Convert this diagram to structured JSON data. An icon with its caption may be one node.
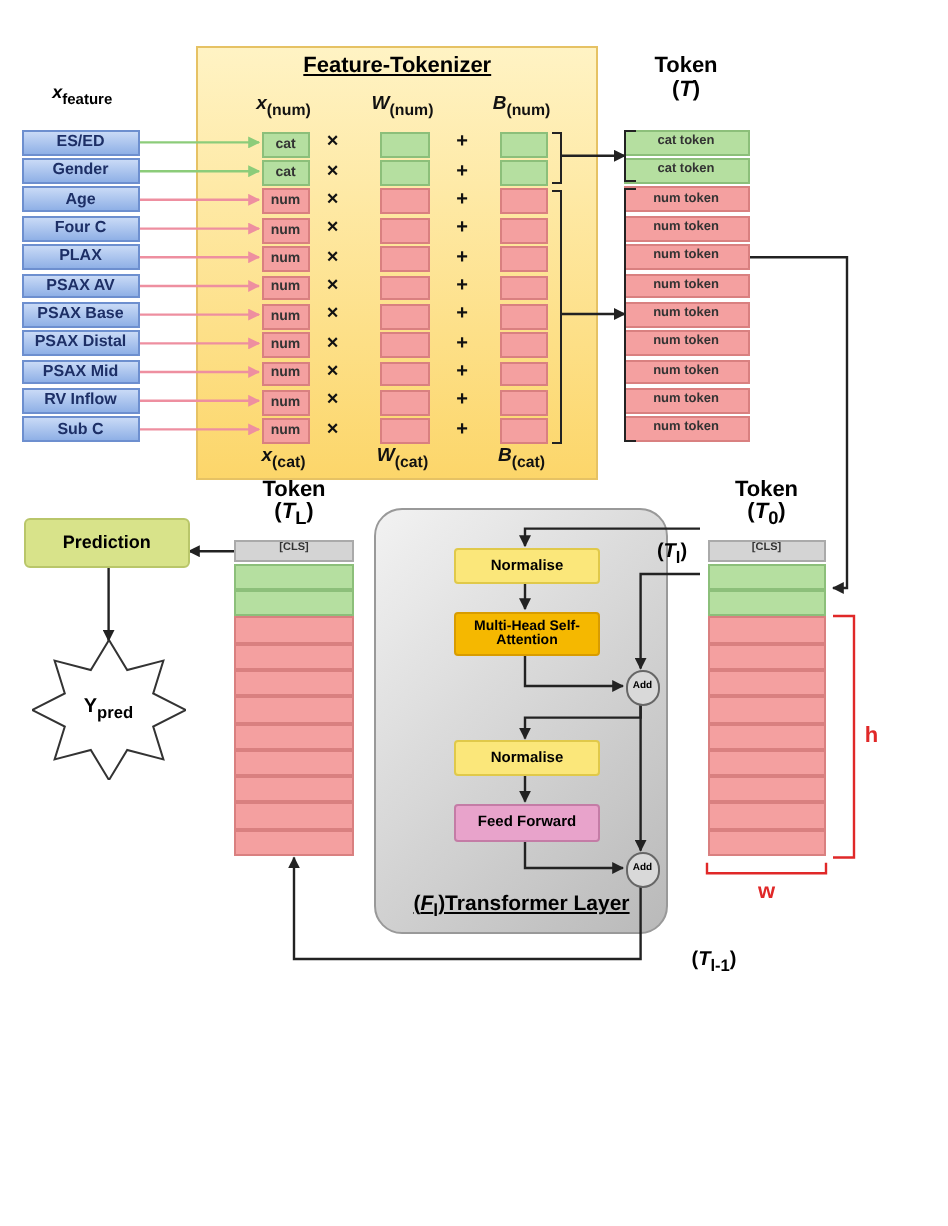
{
  "diagram": {
    "nodes": [
      {
        "text": [
          "Feature-Tokenizer"
        ]
      },
      {
        "text": [
          "*x*$_{feature}$"
        ]
      },
      {
        "text": [
          "ES/ED"
        ],
        "in": 1
      },
      {
        "text": [
          "Gender"
        ],
        "in": 1
      },
      {
        "text": [
          "Age"
        ],
        "in": 1
      },
      {
        "text": [
          "Four C"
        ],
        "in": 1
      },
      {
        "text": [
          "PLAX"
        ],
        "in": 1
      },
      {
        "text": [
          "PSAX AV"
        ],
        "in": 1
      },
      {
        "text": [
          "PSAX Base"
        ],
        "in": 1
      },
      {
        "text": [
          "PSAX Distal"
        ],
        "in": 1
      },
      {
        "text": [
          "PSAX Mid"
        ],
        "in": 1
      },
      {
        "text": [
          "RV Inflow"
        ],
        "in": 1
      },
      {
        "text": [
          "Sub C"
        ],
        "in": 1
      },
      {
        "text": [
          "cat"
        ],
        "in": 0
      },
      {
        "text": [
          "cat"
        ],
        "in": 0
      },
      {
        "text": [
          "num"
        ],
        "in": 0
      },
      {
        "text": [
          "num"
        ],
        "in": 0
      },
      {
        "text": [
          "num"
        ],
        "in": 0
      },
      {
        "text": [
          "num"
        ],
        "in": 0
      },
      {
        "text": [
          "num"
        ],
        "in": 0
      },
      {
        "text": [
          "num"
        ],
        "in": 0
      },
      {
        "text": [
          "num"
        ],
        "in": 0
      },
      {
        "text": [
          "num"
        ],
        "in": 0
      },
      {
        "text": [
          "num"
        ],
        "in": 0
      },
      {
        "text": [
          "Token (*T*)"
        ]
      },
      {
        "text": [
          "cat token"
        ],
        "in": 24
      },
      {
        "text": [
          "cat token"
        ],
        "in": 24
      },
      {
        "text": [
          "num token"
        ],
        "in": 24
      },
      {
        "text": [
          "num token"
        ],
        "in": 24
      },
      {
        "text": [
          "num token"
        ],
        "in": 24
      },
      {
        "text": [
          "num token"
        ],
        "in": 24
      },
      {
        "text": [
          "num token"
        ],
        "in": 24
      },
      {
        "text": [
          "num token"
        ],
        "in": 24
      },
      {
        "text": [
          "num token"
        ],
        "in": 24
      },
      {
        "text": [
          "num token"
        ],
        "in": 24
      },
      {
        "text": [
          "num token"
        ],
        "in": 24
      },
      {
        "text": [
          "Token (*T*$_{0}$)"
        ]
      },
      {
        "text": [
          "[CLS]"
        ],
        "in": 36
      },
      {
        "text": [
          "(*F*$_{l}$)Transformer Layer"
        ]
      },
      {
        "text": [
          "Normalise"
        ],
        "in": 38
      },
      {
        "text": [
          "Multi-Head Self-Attention"
        ],
        "in": 38
      },
      {
        "text": [
          "Add"
        ],
        "in": 38
      },
      {
        "text": [
          "Normalise"
        ],
        "in": 38
      },
      {
        "text": [
          "Feed Forward"
        ],
        "in": 38
      },
      {
        "text": [
          "Add"
        ],
        "in": 38
      },
      {
        "text": [
          "Token (*T*$_{L}$)"
        ]
      },
      {
        "text": [
          "[CLS]"
        ],
        "in": 45
      },
      {
        "text": [
          "Prediction"
        ]
      },
      {
        "text": [
          "Y$_{pred}$"
        ]
      },
      {
        "text": [],
        "shape": "box",
        "in": 0
      },
      {
        "text": [],
        "shape": "box",
        "in": 0
      },
      {
        "text": [],
        "shape": "box",
        "in": 0
      },
      {
        "text": [],
        "shape": "box",
        "in": 0
      },
      {
        "text": [],
        "shape": "box",
        "in": 0
      },
      {
        "text": [],
        "shape": "box",
        "in": 0
      },
      {
        "text": [],
        "shape": "box",
        "in": 0
      },
      {
        "text": [],
        "shape": "box",
        "in": 0
      },
      {
        "text": [],
        "shape": "box",
        "in": 0
      },
      {
        "text": [],
        "shape": "box",
        "in": 0
      },
      {
        "text": [],
        "shape": "box",
        "in": 0
      },
      {
        "text": [],
        "shape": "box",
        "in": 0
      },
      {
        "text": [],
        "shape": "box",
        "in": 0
      },
      {
        "text": [],
        "shape": "box",
        "in": 0
      },
      {
        "text": [],
        "shape": "box",
        "in": 0
      },
      {
        "text": [],
        "shape": "box",
        "in": 0
      },
      {
        "text": [],
        "shape": "box",
        "in": 0
      },
      {
        "text": [],
        "shape": "box",
        "in": 0
      },
      {
        "text": [],
        "shape": "box",
        "in": 0
      },
      {
        "text": [],
        "shape": "box",
        "in": 0
      },
      {
        "text": [],
        "shape": "box",
        "in": 0
      },
      {
        "text": [],
        "shape": "box",
        "in": 0
      },
      {
        "text": [],
        "shape": "bracket",
        "in": 0
      },
      {
        "text": [],
        "shape": "bracket",
        "in": 0
      },
      {
        "text": [],
        "shape": "bracket",
        "in": 24
      },
      {
        "text": [],
        "shape": "bracket",
        "in": 24
      },
      {
        "text": [],
        "shape": "box",
        "in": 36
      },
      {
        "text": [],
        "shape": "box",
        "in": 36
      },
      {
        "text": [],
        "shape": "box",
        "in": 36
      },
      {
        "text": [],
        "shape": "box",
        "in": 36
      },
      {
        "text": [],
        "shape": "box",
        "in": 36
      },
      {
        "text": [],
        "shape": "box",
        "in": 36
      },
      {
        "text": [],
        "shape": "box",
        "in": 36
      },
      {
        "text": [],
        "shape": "box",
        "in": 36
      },
      {
        "text": [],
        "shape": "box",
        "in": 36
      },
      {
        "text": [],
        "shape": "box",
        "in": 36
      },
      {
        "text": [],
        "shape": "box",
        "in": 36
      },
      {
        "text": [],
        "shape": "box",
        "in": 45
      },
      {
        "text": [],
        "shape": "box",
        "in": 45
      },
      {
        "text": [],
        "shape": "box",
        "in": 45
      },
      {
        "text": [],
        "shape": "box",
        "in": 45
      },
      {
        "text": [],
        "shape": "box",
        "in": 45
      },
      {
        "text": [],
        "shape": "box",
        "in": 45
      },
      {
        "text": [],
        "shape": "box",
        "in": 45
      },
      {
        "text": [],
        "shape": "box",
        "in": 45
      },
      {
        "text": [],
        "shape": "box",
        "in": 45
      },
      {
        "text": [],
        "shape": "box",
        "in": 45
      },
      {
        "text": [],
        "shape": "box",
        "in": 45
      }
    ],
    "edges": [
      {
        "from": 2,
        "to": 13,
        "arrow": "to",
        "color": "#8ccc7a"
      },
      {
        "from": 3,
        "to": 14,
        "arrow": "to",
        "color": "#8ccc7a"
      },
      {
        "from": 4,
        "to": 15,
        "arrow": "to",
        "color": "#ee8fa0"
      },
      {
        "from": 5,
        "to": 16,
        "arrow": "to",
        "color": "#ee8fa0"
      },
      {
        "from": 6,
        "to": 17,
        "arrow": "to",
        "color": "#ee8fa0"
      },
      {
        "from": 7,
        "to": 18,
        "arrow": "to",
        "color": "#ee8fa0"
      },
      {
        "from": 8,
        "to": 19,
        "arrow": "to",
        "color": "#ee8fa0"
      },
      {
        "from": 9,
        "to": 20,
        "arrow": "to",
        "color": "#ee8fa0"
      },
      {
        "from": 10,
        "to": 21,
        "arrow": "to",
        "color": "#ee8fa0"
      },
      {
        "from": 11,
        "to": 22,
        "arrow": "to",
        "color": "#ee8fa0"
      },
      {
        "from": 12,
        "to": 23,
        "arrow": "to",
        "color": "#ee8fa0"
      },
      {
        "from": 71,
        "to": 73,
        "arrow": "to"
      },
      {
        "from": 72,
        "to": 74,
        "arrow": "to"
      },
      {
        "from": 29,
        "to": 36,
        "arrow": "to"
      },
      {
        "from": 36,
        "to": 39,
        "arrow": "to",
        "label": "(*T*$_{l}$)"
      },
      {
        "from": 36,
        "to": 41,
        "arrow": "to"
      },
      {
        "from": 39,
        "to": 40,
        "arrow": "to"
      },
      {
        "from": 40,
        "to": 41,
        "arrow": "to"
      },
      {
        "from": 41,
        "to": 42,
        "arrow": "to"
      },
      {
        "from": 41,
        "to": 44,
        "arrow": "to"
      },
      {
        "from": 42,
        "to": 43,
        "arrow": "to"
      },
      {
        "from": 43,
        "to": 44,
        "arrow": "to"
      },
      {
        "from": 44,
        "to": 45,
        "arrow": "to",
        "label": "(*T*$_{l-1}$)"
      },
      {
        "from": 46,
        "to": 47,
        "arrow": "to"
      },
      {
        "from": 47,
        "to": 48,
        "arrow": "to"
      }
    ],
    "labels": [
      "*x*$_{(num)}$",
      "*W*$_{(num)}$",
      "*B*$_{(num)}$",
      "*x*$_{(cat)}$",
      "*W*$_{(cat)}$",
      "*B*$_{(cat)}$",
      "×",
      "+",
      "×",
      "+",
      "×",
      "+",
      "×",
      "+",
      "×",
      "+",
      "×",
      "+",
      "×",
      "+",
      "×",
      "+",
      "×",
      "+",
      "×",
      "+",
      "×",
      "+",
      "h",
      "w"
    ]
  }
}
